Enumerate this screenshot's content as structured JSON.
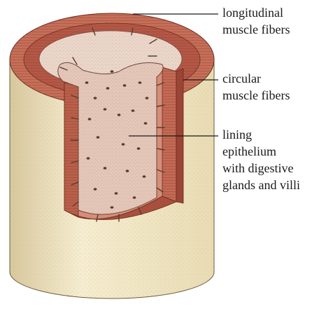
{
  "labels": {
    "longitudinal": [
      "longitudinal",
      "muscle fibers"
    ],
    "circular": [
      "circular",
      "muscle fibers"
    ],
    "epithelium": [
      "lining",
      "epithelium",
      "with digestive",
      "glands and villi"
    ]
  },
  "colors": {
    "outer_surface": "#f3e9c9",
    "outer_shade": "#d9c9a0",
    "muscle_long": "#c9735c",
    "muscle_circ": "#b85e4a",
    "muscle_dark": "#7a2f22",
    "lining": "#e6cdbf",
    "lining_shade": "#c9a597",
    "crypt": "#5a3a32",
    "line": "#1a1a1a"
  }
}
